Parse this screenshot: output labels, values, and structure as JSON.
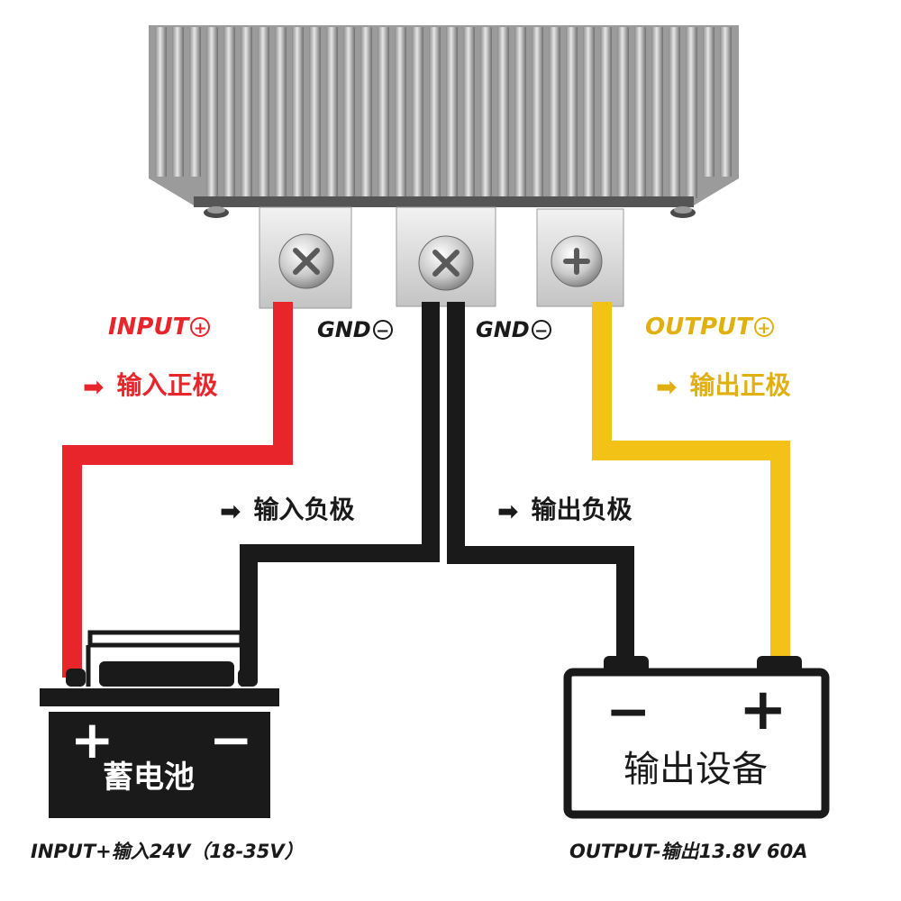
{
  "labels": {
    "input_plus": "INPUT",
    "input_plus_sign": "+",
    "gnd_left": "GND",
    "gnd_left_sign": "−",
    "gnd_right": "GND",
    "gnd_right_sign": "−",
    "output_plus": "OUTPUT",
    "output_plus_sign": "+",
    "input_positive_cn": "输入正极",
    "input_negative_cn": "输入负极",
    "output_negative_cn": "输出负极",
    "output_positive_cn": "输出正极",
    "arrow": "➡"
  },
  "battery": {
    "plus": "+",
    "minus": "−",
    "name": "蓄电池"
  },
  "output_device": {
    "minus": "−",
    "plus": "+",
    "name": "输出设备"
  },
  "specs": {
    "input": "INPUT+输入24V（18-35V）",
    "output": "OUTPUT-输出13.8V 60A"
  },
  "colors": {
    "input_positive": "#e8252b",
    "ground": "#1a1a1a",
    "output_positive": "#f2c316",
    "output_label": "#e0b010"
  }
}
